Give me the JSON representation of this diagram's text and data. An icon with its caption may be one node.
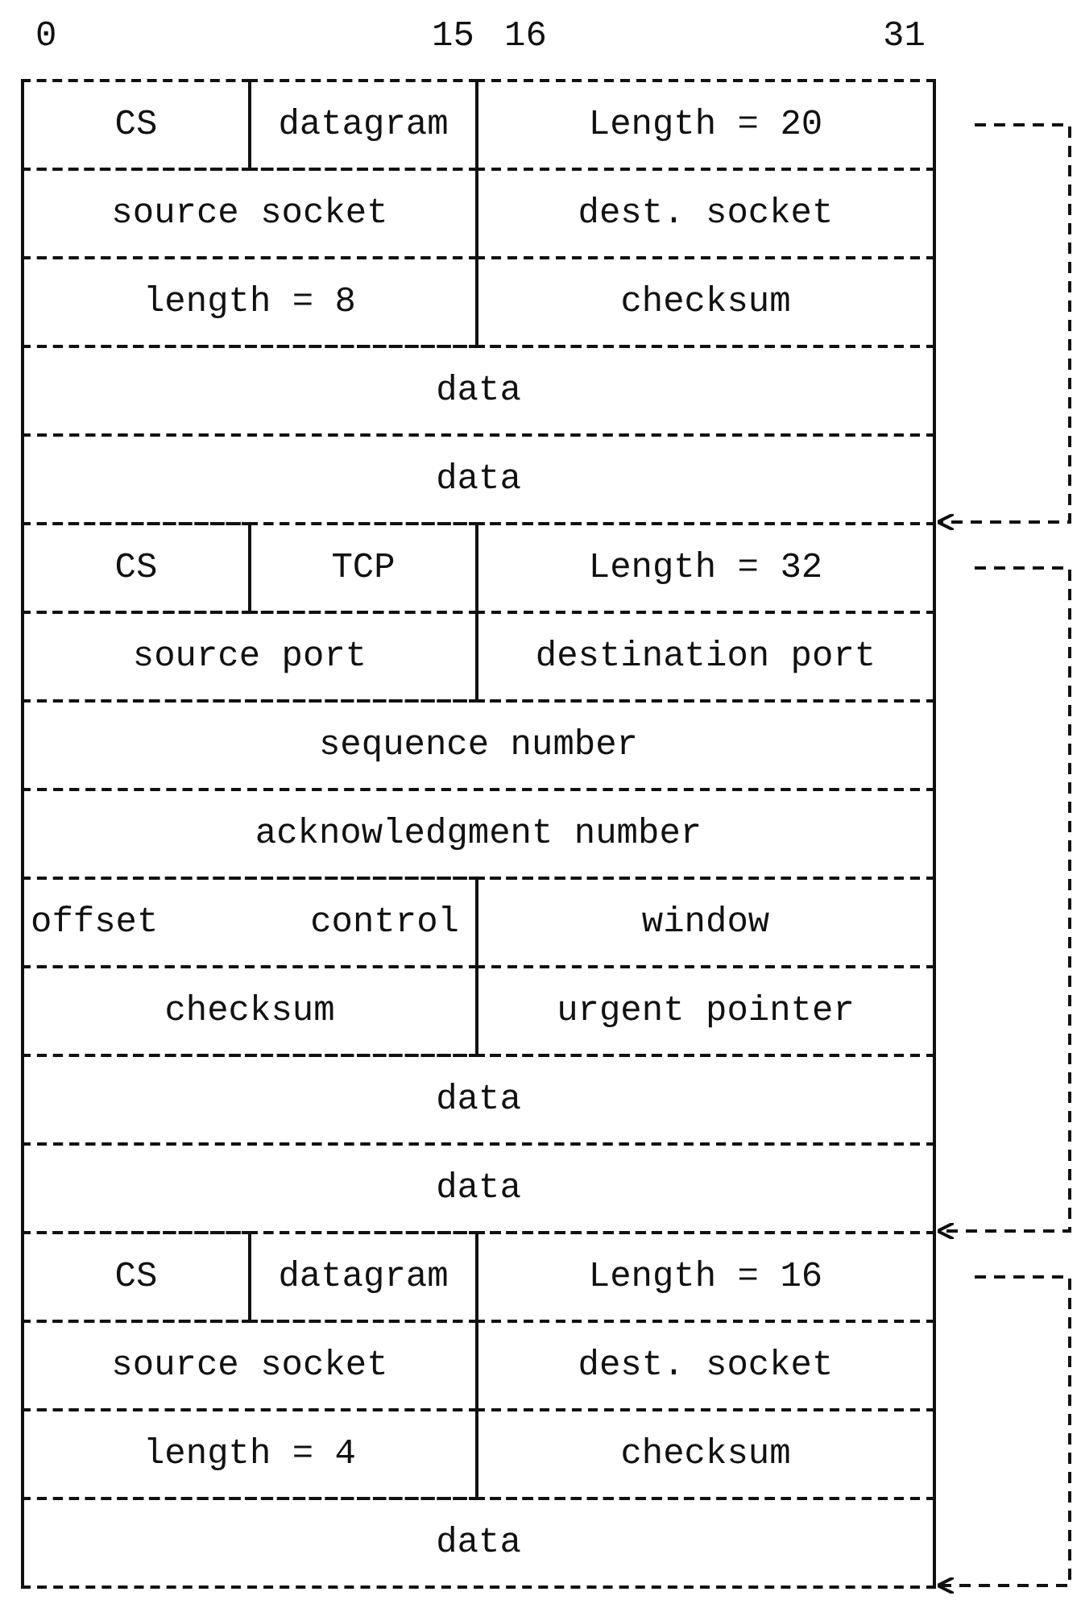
{
  "diagram": {
    "nodes": [
      {
        "text": [
          "CS"
        ]
      },
      {
        "text": [
          "datagram"
        ]
      },
      {
        "text": [
          "Length = 20"
        ]
      },
      {
        "text": [
          "source socket"
        ]
      },
      {
        "text": [
          "dest. socket"
        ]
      },
      {
        "text": [
          "length = 8"
        ]
      },
      {
        "text": [
          "checksum"
        ]
      },
      {
        "text": [
          "data"
        ]
      },
      {
        "text": [
          "data"
        ]
      },
      {
        "text": [
          "CS"
        ]
      },
      {
        "text": [
          "TCP"
        ]
      },
      {
        "text": [
          "Length = 32"
        ]
      },
      {
        "text": [
          "source port"
        ]
      },
      {
        "text": [
          "destination port"
        ]
      },
      {
        "text": [
          "sequence number"
        ]
      },
      {
        "text": [
          "acknowledgment number"
        ]
      },
      {
        "text": [
          "offset",
          "control"
        ]
      },
      {
        "text": [
          "window"
        ]
      },
      {
        "text": [
          "checksum"
        ]
      },
      {
        "text": [
          "urgent pointer"
        ]
      },
      {
        "text": [
          "data"
        ]
      },
      {
        "text": [
          "data"
        ]
      },
      {
        "text": [
          "CS"
        ]
      },
      {
        "text": [
          "datagram"
        ]
      },
      {
        "text": [
          "Length = 16"
        ]
      },
      {
        "text": [
          "source socket"
        ]
      },
      {
        "text": [
          "dest. socket"
        ]
      },
      {
        "text": [
          "length = 4"
        ]
      },
      {
        "text": [
          "checksum"
        ]
      },
      {
        "text": [
          "data"
        ]
      }
    ],
    "edges": [
      {
        "from": 2,
        "to": 8,
        "arrow": "to",
        "style": "dashed"
      },
      {
        "from": 11,
        "to": 21,
        "arrow": "to",
        "style": "dashed"
      },
      {
        "from": 24,
        "to": 29,
        "arrow": "to",
        "style": "dashed"
      }
    ],
    "labels": [
      "0",
      "15",
      "16",
      "31"
    ]
  }
}
